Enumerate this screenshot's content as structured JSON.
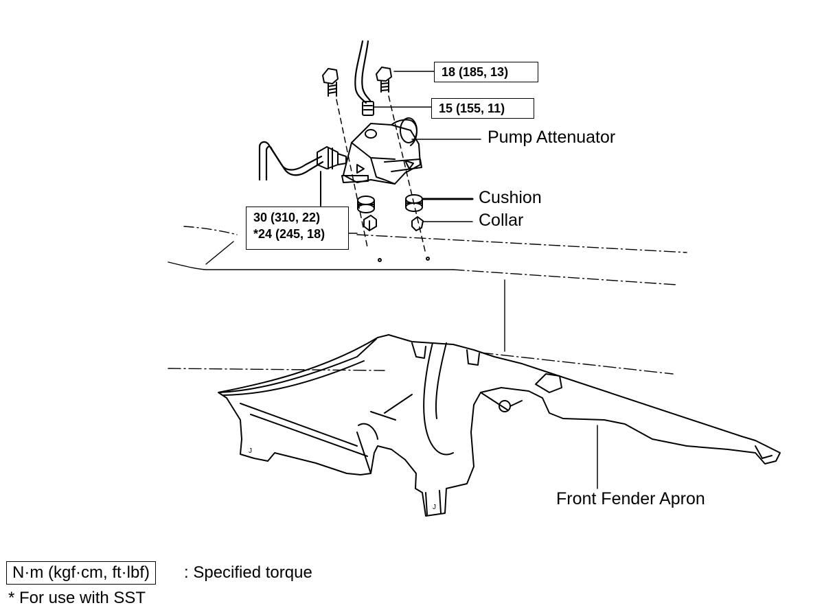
{
  "torque_specs": {
    "upper_bolt": "18 (185, 13)",
    "union_bolt": "15 (155, 11)",
    "pressure_line_primary": "30 (310, 22)",
    "pressure_line_sst": "*24 (245, 18)"
  },
  "part_labels": {
    "pump_attenuator": "Pump Attenuator",
    "cushion": "Cushion",
    "collar": "Collar",
    "front_fender_apron": "Front Fender Apron"
  },
  "legend": {
    "unit_box": "N·m (kgf·cm, ft·lbf)",
    "unit_desc": ": Specified torque",
    "sst_note": "* For use with SST"
  },
  "small_marks": {
    "left_flap": "J",
    "tab": "J"
  }
}
